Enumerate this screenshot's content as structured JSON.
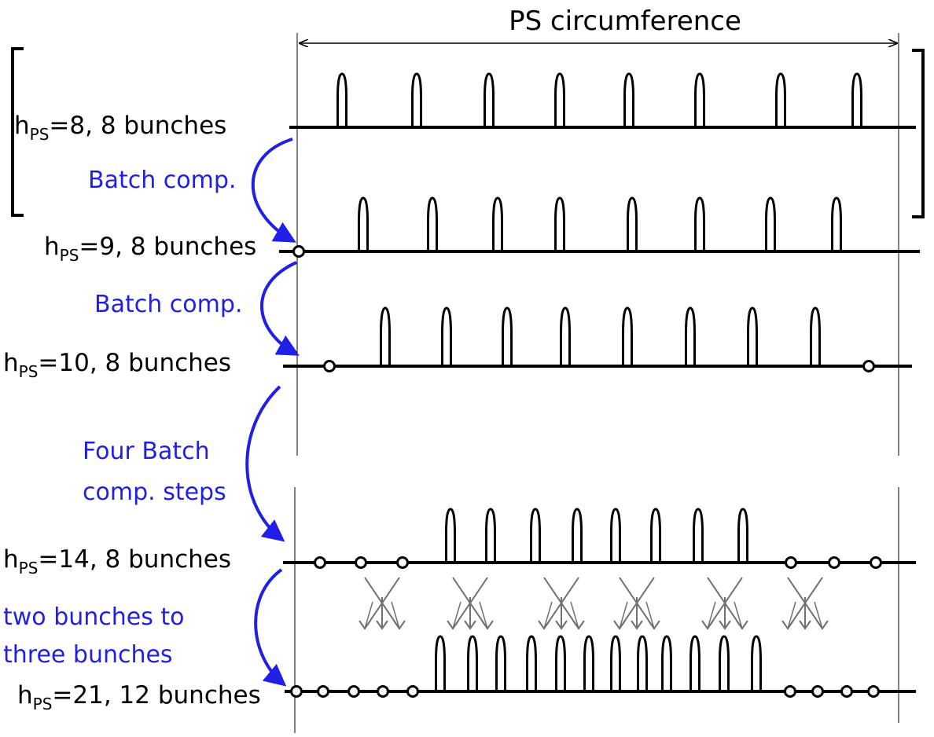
{
  "title": "PS circumference",
  "colors": {
    "line": "#000000",
    "arrow": "#1f1fe6",
    "split": "#707070"
  },
  "rows": [
    {
      "h_prefix": "h",
      "h_sub": "PS",
      "h_value": "=8, 8 bunches",
      "bunches": 8,
      "empty_buckets": 0
    },
    {
      "h_prefix": "h",
      "h_sub": "PS",
      "h_value": "=9, 8 bunches",
      "bunches": 8,
      "empty_buckets": 1
    },
    {
      "h_prefix": "h",
      "h_sub": "PS",
      "h_value": "=10, 8 bunches",
      "bunches": 8,
      "empty_buckets": 2
    },
    {
      "h_prefix": "h",
      "h_sub": "PS",
      "h_value": "=14, 8 bunches",
      "bunches": 8,
      "empty_buckets": 6
    },
    {
      "h_prefix": "h",
      "h_sub": "PS",
      "h_value": "=21, 12 bunches",
      "bunches": 12,
      "empty_buckets": 9
    }
  ],
  "steps": [
    {
      "lines": [
        "Batch comp."
      ]
    },
    {
      "lines": [
        "Batch comp."
      ]
    },
    {
      "lines": [
        "Four Batch",
        "comp. steps"
      ]
    },
    {
      "lines": [
        "two bunches to",
        "three bunches"
      ]
    }
  ],
  "split_symbols": 6
}
